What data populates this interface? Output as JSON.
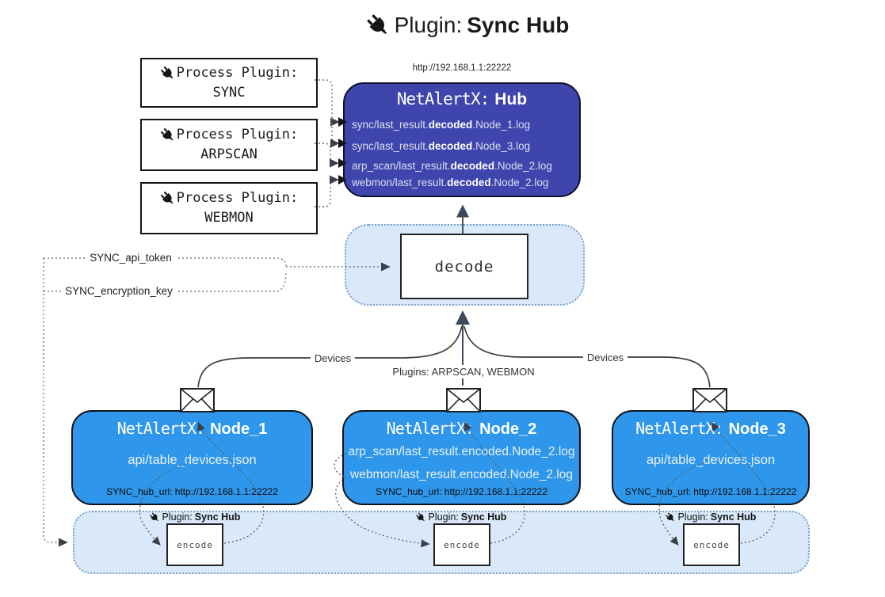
{
  "title": {
    "prefix": "Plugin:",
    "name": "Sync Hub"
  },
  "hub": {
    "url": "http://192.168.1.1:22222",
    "title_prefix": "NetAlertX:",
    "title_name": "Hub",
    "logs": [
      {
        "pre": "sync/last_result.",
        "mid": "decoded",
        "post": ".Node_1.log"
      },
      {
        "pre": "sync/last_result.",
        "mid": "decoded",
        "post": ".Node_3.log"
      },
      {
        "pre": "arp_scan/last_result.",
        "mid": "decoded",
        "post": ".Node_2.log"
      },
      {
        "pre": "webmon/last_result.",
        "mid": "decoded",
        "post": ".Node_2.log"
      }
    ]
  },
  "process_plugins": [
    {
      "label": "Process Plugin:",
      "name": "SYNC"
    },
    {
      "label": "Process Plugin:",
      "name": "ARPSCAN"
    },
    {
      "label": "Process Plugin:",
      "name": "WEBMON"
    }
  ],
  "decode_label": "decode",
  "secrets": {
    "api_token": "SYNC_api_token",
    "encryption_key": "SYNC_encryption_key"
  },
  "edge_labels": {
    "devices_left": "Devices",
    "plugins_center": "Plugins: ARPSCAN, WEBMON",
    "devices_right": "Devices"
  },
  "nodes": [
    {
      "title_prefix": "NetAlertX:",
      "title_name": "Node_1",
      "lines": [
        "api/table_devices.json"
      ],
      "hub_url": "SYNC_hub_url: http://192.168.1.1:22222"
    },
    {
      "title_prefix": "NetAlertX:",
      "title_name": "Node_2",
      "lines": [
        "arp_scan/last_result.encoded.Node_2.log",
        "webmon/last_result.encoded.Node_2.log"
      ],
      "hub_url": "SYNC_hub_url: http://192.168.1.1:22222"
    },
    {
      "title_prefix": "NetAlertX:",
      "title_name": "Node_3",
      "lines": [
        "api/table_devices.json"
      ],
      "hub_url": "SYNC_hub_url: http://192.168.1.1:22222"
    }
  ],
  "band": {
    "plugin_prefix": "Plugin:",
    "plugin_name": "Sync Hub",
    "encode_label": "encode"
  },
  "colors": {
    "hub-fill": "#3E46AD",
    "node-fill": "#2E97EB",
    "band-fill": "#D9E9FA",
    "band-border": "#7FA3C4",
    "line": "#3d3d3d",
    "arrow-dark": "#3B4A5C"
  }
}
